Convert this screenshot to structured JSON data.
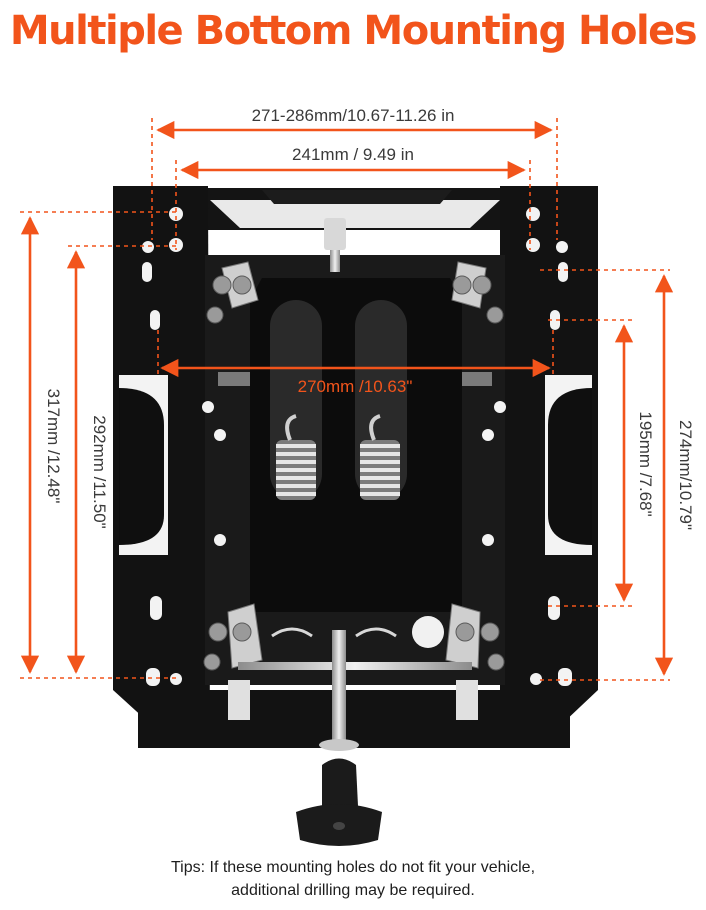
{
  "title": "Multiple Bottom Mounting Holes",
  "dimensions": {
    "outer_width": "271-286mm/10.67-11.26 in",
    "inner_width": "241mm / 9.49 in",
    "slot_width": "270mm /10.63\"",
    "outer_left_height": "317mm /12.48\"",
    "inner_left_height": "292mm /11.50\"",
    "inner_right_height": "195mm /7.68\"",
    "outer_right_height": "274mm/10.79\""
  },
  "tips": {
    "line1": "Tips: If these mounting holes do not fit your vehicle,",
    "line2": "additional drilling may be required."
  },
  "colors": {
    "accent": "#f2541b",
    "metal": "#151515",
    "spring": "#c8c8c8"
  }
}
